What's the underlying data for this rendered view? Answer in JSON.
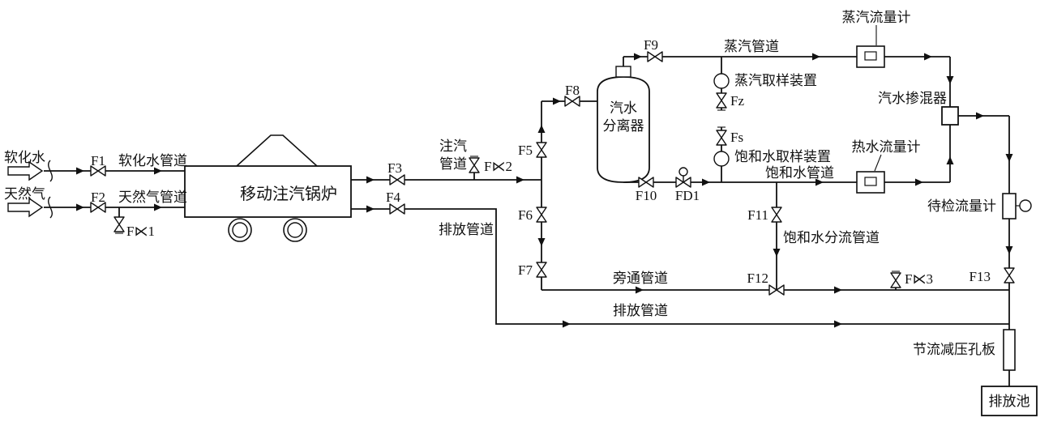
{
  "labels": {
    "soft_water": "软化水",
    "natural_gas": "天然气",
    "f1": "F1",
    "soft_water_pipe": "软化水管道",
    "f2": "F2",
    "gas_pipe": "天然气管道",
    "fk1": "F⋉1",
    "boiler": "移动注汽锅炉",
    "f3": "F3",
    "injection_pipe_line1": "注汽",
    "injection_pipe_line2": "管道",
    "fk2": "F⋉2",
    "f4": "F4",
    "drain_pipe_upper": "排放管道",
    "f5": "F5",
    "f6": "F6",
    "f7": "F7",
    "f8": "F8",
    "separator_line1": "汽水",
    "separator_line2": "分离器",
    "f9": "F9",
    "steam_pipe": "蒸汽管道",
    "steam_flow_meter": "蒸汽流量计",
    "steam_sampler": "蒸汽取样装置",
    "fz": "Fz",
    "fs": "Fs",
    "saturated_sampler": "饱和水取样装置",
    "saturated_pipe": "饱和水管道",
    "f10": "F10",
    "fd1": "FD1",
    "mixer": "汽水掺混器",
    "hot_water_flow_meter": "热水流量计",
    "f11": "F11",
    "saturated_split_pipe": "饱和水分流管道",
    "test_flow_meter": "待检流量计",
    "f12": "F12",
    "bypass_pipe": "旁通管道",
    "fk3": "F⋉3",
    "f13": "F13",
    "drain_pipe_lower": "排放管道",
    "orifice": "节流减压孔板",
    "drain_pool": "排放池"
  },
  "colors": {
    "line": "#111111",
    "background": "#ffffff"
  }
}
